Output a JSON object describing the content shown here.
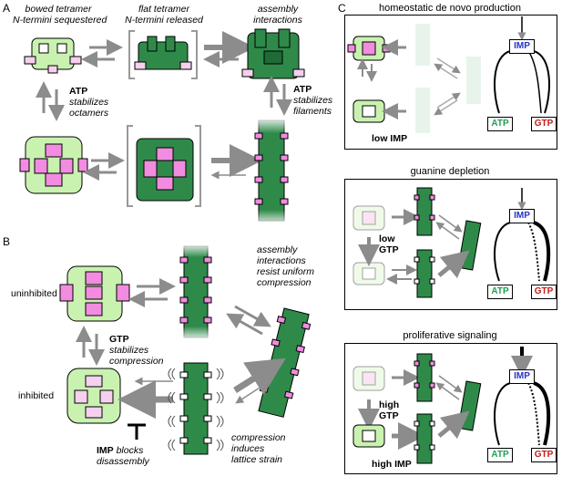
{
  "panels": {
    "a": {
      "letter": "A",
      "labels": {
        "bowed_l1": "bowed tetramer",
        "bowed_l2": "N-termini sequestered",
        "flat_l1": "flat tetramer",
        "flat_l2": "N-termini released",
        "assembly_l1": "assembly",
        "assembly_l2": "interactions",
        "atp_left": "ATP",
        "atp_left_1": "stabilizes",
        "atp_left_2": "octamers",
        "atp_right": "ATP",
        "atp_right_1": "stabilizes",
        "atp_right_2": "filaments"
      }
    },
    "b": {
      "letter": "B",
      "labels": {
        "uninhibited": "uninhibited",
        "inhibited": "inhibited",
        "gtp": "GTP",
        "gtp_1": "stabilizes",
        "gtp_2": "compression",
        "assembly_1": "assembly",
        "assembly_2": "interactions",
        "assembly_3": "resist uniform",
        "assembly_4": "compression",
        "imp": "IMP",
        "imp_blocks": "blocks",
        "disassembly": "disassembly",
        "comp_1": "compression",
        "comp_2": "induces",
        "comp_3": "lattice strain"
      }
    },
    "c": {
      "letter": "C",
      "subpanels": [
        {
          "title": "homeostatic de novo production",
          "note": "low IMP",
          "imp": "IMP",
          "atp": "ATP",
          "gtp": "GTP"
        },
        {
          "title": "guanine depletion",
          "note_1": "low",
          "note_2": "GTP",
          "imp": "IMP",
          "atp": "ATP",
          "gtp": "GTP"
        },
        {
          "title": "proliferative signaling",
          "note_1": "high",
          "note_2": "GTP",
          "note_3": "high IMP",
          "imp": "IMP",
          "atp": "ATP",
          "gtp": "GTP"
        }
      ]
    }
  },
  "colors": {
    "dark_green": "#2f8a4a",
    "light_green": "#c9f2b0",
    "pink": "#f28ce0",
    "arrow_grey": "#8c8c8c",
    "imp_blue": "#2633cc",
    "atp_green": "#20a050",
    "gtp_red": "#c41a1a"
  }
}
